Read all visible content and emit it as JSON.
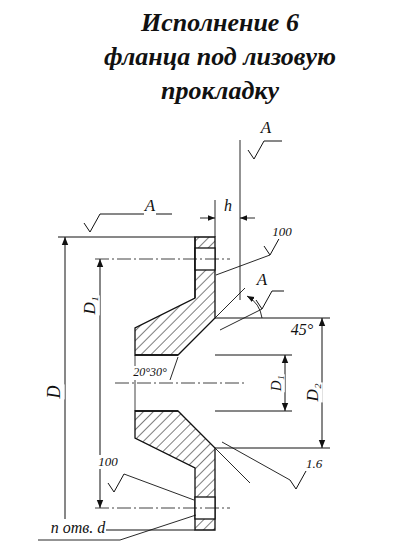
{
  "diagram": {
    "title": "Исполнение 6 фланца под лизовую прокладку",
    "labels": [
      "A",
      "A",
      "h",
      "100",
      "A",
      "45°",
      "D",
      "D₁",
      "D₁",
      "D₂",
      "20°30°",
      "100",
      "1.6",
      "n отв. d"
    ]
  }
}
